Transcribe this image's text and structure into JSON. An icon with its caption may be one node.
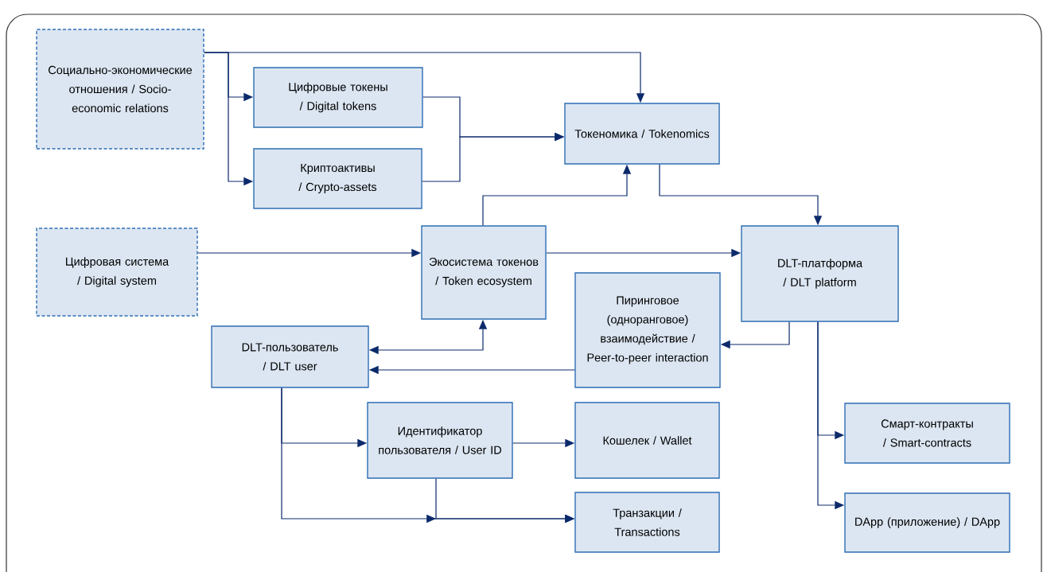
{
  "diagram": {
    "nodes": [
      {
        "text": [
          "Социально-экономические отношения / Socio-economic relations"
        ]
      },
      {
        "text": [
          "Цифровые токены / Digital tokens"
        ]
      },
      {
        "text": [
          "Криптоактивы / Crypto-assets"
        ]
      },
      {
        "text": [
          "Токеномика / Tokenomics"
        ]
      },
      {
        "text": [
          "Цифровая система / Digital system"
        ]
      },
      {
        "text": [
          "Экосистема токенов / Token ecosystem"
        ]
      },
      {
        "text": [
          "DLT-платформа / DLT platform"
        ]
      },
      {
        "text": [
          "DLT-пользователь / DLT user"
        ]
      },
      {
        "text": [
          "Пиринговое (одноранговое) взаимодействие / Peer-to-peer interaction"
        ]
      },
      {
        "text": [
          "Идентификатор пользователя / User ID"
        ]
      },
      {
        "text": [
          "Кошелек / Wallet"
        ]
      },
      {
        "text": [
          "Транзакции / Transactions"
        ]
      },
      {
        "text": [
          "Смарт-контракты / Smart-contracts"
        ]
      },
      {
        "text": [
          "DApp (приложение) / DApp"
        ]
      }
    ],
    "edges": [
      {
        "from": 0,
        "to": 3,
        "arrow": "to"
      },
      {
        "from": 0,
        "to": 1,
        "arrow": "to"
      },
      {
        "from": 0,
        "to": 2,
        "arrow": "to"
      },
      {
        "from": 1,
        "to": 3,
        "arrow": "to"
      },
      {
        "from": 2,
        "to": 3,
        "arrow": "to"
      },
      {
        "from": 4,
        "to": 5,
        "arrow": "to"
      },
      {
        "from": 5,
        "to": 3,
        "arrow": "to"
      },
      {
        "from": 3,
        "to": 6,
        "arrow": "to"
      },
      {
        "from": 5,
        "to": 6,
        "arrow": "to"
      },
      {
        "from": 7,
        "to": 5,
        "arrow": "both"
      },
      {
        "from": 8,
        "to": 7,
        "arrow": "to"
      },
      {
        "from": 6,
        "to": 8,
        "arrow": "to"
      },
      {
        "from": 7,
        "to": 9,
        "arrow": "to"
      },
      {
        "from": 7,
        "to": 11,
        "arrow": "to"
      },
      {
        "from": 9,
        "to": 11,
        "arrow": "to"
      },
      {
        "from": 9,
        "to": 10,
        "arrow": "to"
      },
      {
        "from": 6,
        "to": 12,
        "arrow": "to"
      },
      {
        "from": 6,
        "to": 13,
        "arrow": "to"
      }
    ]
  }
}
